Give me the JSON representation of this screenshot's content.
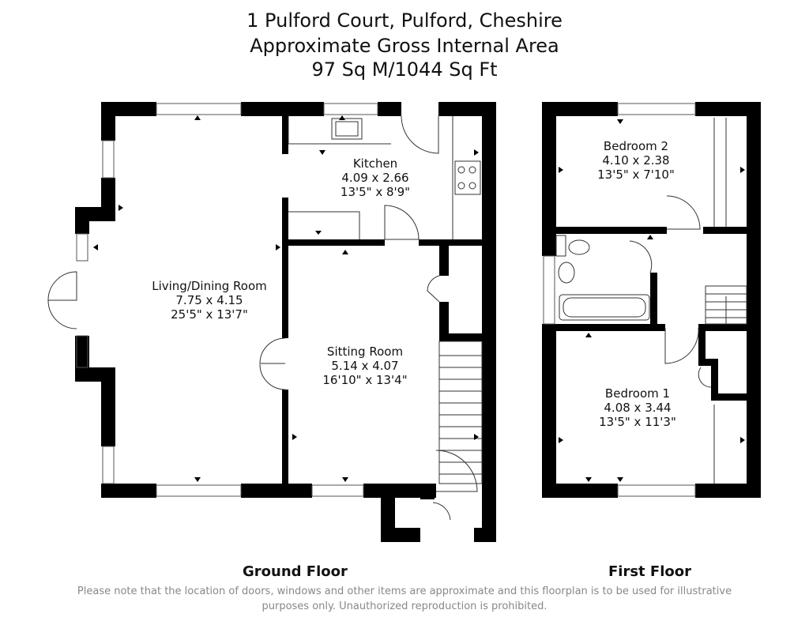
{
  "title": {
    "line1": "1 Pulford Court, Pulford, Cheshire",
    "line2": "Approximate Gross Internal Area",
    "line3": "97 Sq M/1044 Sq Ft"
  },
  "rooms": {
    "kitchen": {
      "name": "Kitchen",
      "metric": "4.09 x 2.66",
      "imperial": "13'5\" x 8'9\""
    },
    "living": {
      "name": "Living/Dining Room",
      "metric": "7.75 x 4.15",
      "imperial": "25'5\" x 13'7\""
    },
    "sitting": {
      "name": "Sitting Room",
      "metric": "5.14 x 4.07",
      "imperial": "16'10\" x 13'4\""
    },
    "bedroom2": {
      "name": "Bedroom 2",
      "metric": "4.10 x 2.38",
      "imperial": "13'5\" x 7'10\""
    },
    "bedroom1": {
      "name": "Bedroom 1",
      "metric": "4.08 x 3.44",
      "imperial": "13'5\" x 11'3\""
    }
  },
  "floors": {
    "ground": "Ground Floor",
    "first": "First Floor"
  },
  "disclaimer": {
    "line1": "Please note that the location of doors, windows and other items are approximate and this floorplan is to be used for illustrative",
    "line2": "purposes only. Unauthorized reproduction is prohibited."
  }
}
